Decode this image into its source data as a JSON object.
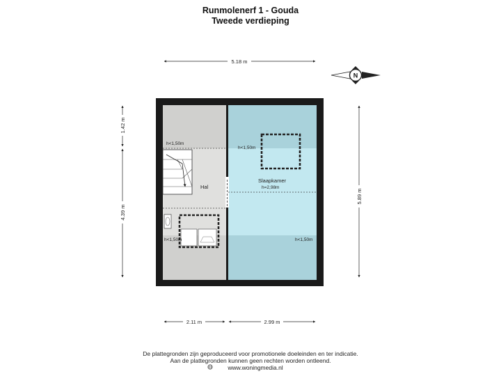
{
  "header": {
    "title": "Runmolenerf 1 - Gouda",
    "subtitle": "Tweede verdieping"
  },
  "dimensions": {
    "top_width": "5.18 m",
    "left_upper": "1.42 m",
    "left_lower": "4.39 m",
    "right_height": "5.89 m",
    "bottom_left": "2.11 m",
    "bottom_right": "2.99 m"
  },
  "rooms": {
    "hal": "Hal",
    "slaapkamer": "Slaapkamer",
    "slaapkamer_height": "h=2,98m",
    "hal_low_top": "h<1,50m",
    "hal_low_bottom": "h<1,50m",
    "bedroom_low_top": "h<1,50m",
    "bedroom_low_bottom": "h<1,50m"
  },
  "compass": {
    "letter": "N"
  },
  "colors": {
    "wall": "#1a1a1a",
    "hal_floor": "#e0e0de",
    "hal_low_zone": "#d0d0ce",
    "bedroom_floor": "#c2e8f0",
    "bedroom_low_zone": "#a9d2db"
  },
  "footer": {
    "line1": "De plattegronden zijn geproduceerd voor promotionele doeleinden en ter indicatie.",
    "line2": "Aan de plattegronden kunnen geen rechten worden ontleend.",
    "line3": "www.woningmedia.nl"
  }
}
